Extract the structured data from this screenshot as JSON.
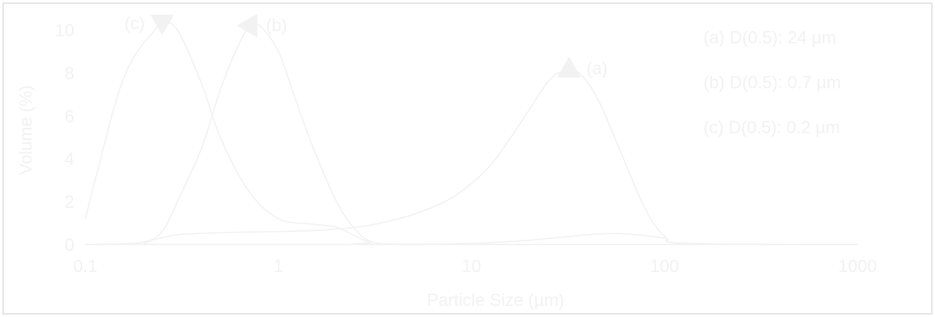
{
  "chart_data": {
    "type": "line",
    "title": "",
    "xlabel": "Particle Size (µm)",
    "ylabel": "Volume (%)",
    "xscale": "log",
    "xlim": [
      0.1,
      1000
    ],
    "ylim": [
      0,
      10
    ],
    "x_ticks": [
      0.1,
      1,
      10,
      100,
      1000
    ],
    "x_tick_labels": [
      "0.1",
      "1",
      "10",
      "100",
      "1000"
    ],
    "y_ticks": [
      0,
      2,
      4,
      6,
      8,
      10
    ],
    "y_tick_labels": [
      "0",
      "2",
      "4",
      "6",
      "8",
      "10"
    ],
    "grid": false,
    "legend_position": "top-right",
    "legend": [
      "(a) D(0.5): 24 µm",
      "(b) D(0.5): 0.7 µm",
      "(c) D(0.5): 0.2 µm"
    ],
    "colors": {
      "background": "#ffffff",
      "foreground": "#f2f2f2",
      "frame": "#e6e6e6"
    },
    "series": [
      {
        "name": "(a)",
        "marker": "triangle-up",
        "peak": [
          32,
          8.2
        ],
        "points": [
          [
            0.1,
            0
          ],
          [
            0.18,
            0.05
          ],
          [
            0.22,
            0.2
          ],
          [
            0.3,
            0.45
          ],
          [
            0.5,
            0.55
          ],
          [
            1,
            0.6
          ],
          [
            1.5,
            0.65
          ],
          [
            2,
            0.72
          ],
          [
            3,
            0.9
          ],
          [
            5,
            1.4
          ],
          [
            8,
            2.2
          ],
          [
            12,
            3.5
          ],
          [
            16,
            5.0
          ],
          [
            20,
            6.3
          ],
          [
            25,
            7.6
          ],
          [
            30,
            8.1
          ],
          [
            36,
            8.0
          ],
          [
            45,
            6.8
          ],
          [
            60,
            4.2
          ],
          [
            80,
            1.6
          ],
          [
            100,
            0.4
          ],
          [
            130,
            0.05
          ],
          [
            1000,
            0
          ]
        ]
      },
      {
        "name": "(b)",
        "marker": "triangle-left",
        "peak": [
          0.7,
          10.2
        ],
        "points": [
          [
            0.2,
            0
          ],
          [
            0.25,
            0.6
          ],
          [
            0.3,
            2.0
          ],
          [
            0.4,
            4.5
          ],
          [
            0.5,
            7.2
          ],
          [
            0.6,
            9.0
          ],
          [
            0.7,
            10.1
          ],
          [
            0.8,
            10.2
          ],
          [
            1.0,
            9.0
          ],
          [
            1.2,
            7.0
          ],
          [
            1.5,
            4.6
          ],
          [
            2.0,
            2.0
          ],
          [
            2.5,
            0.7
          ],
          [
            3.0,
            0.15
          ],
          [
            4,
            0.02
          ],
          [
            10,
            0.05
          ],
          [
            20,
            0.2
          ],
          [
            40,
            0.45
          ],
          [
            60,
            0.5
          ],
          [
            100,
            0.3
          ],
          [
            130,
            0.05
          ],
          [
            1000,
            0
          ]
        ]
      },
      {
        "name": "(c)",
        "marker": "triangle-down",
        "peak": [
          0.25,
          10.3
        ],
        "points": [
          [
            0.1,
            1.2
          ],
          [
            0.12,
            4.0
          ],
          [
            0.15,
            7.2
          ],
          [
            0.18,
            8.8
          ],
          [
            0.22,
            9.8
          ],
          [
            0.25,
            10.3
          ],
          [
            0.3,
            10.0
          ],
          [
            0.4,
            7.5
          ],
          [
            0.5,
            5.0
          ],
          [
            0.7,
            2.5
          ],
          [
            1.0,
            1.2
          ],
          [
            1.5,
            0.95
          ],
          [
            2.0,
            0.8
          ],
          [
            2.5,
            0.4
          ],
          [
            3.0,
            0.1
          ],
          [
            4.0,
            0
          ],
          [
            1000,
            0
          ]
        ]
      }
    ],
    "annotations": [
      {
        "text": "(a)",
        "x": 32,
        "y": 8.2,
        "position": "right"
      },
      {
        "text": "(b)",
        "x": 0.7,
        "y": 10.2,
        "position": "right"
      },
      {
        "text": "(c)",
        "x": 0.25,
        "y": 10.3,
        "position": "left"
      }
    ]
  }
}
